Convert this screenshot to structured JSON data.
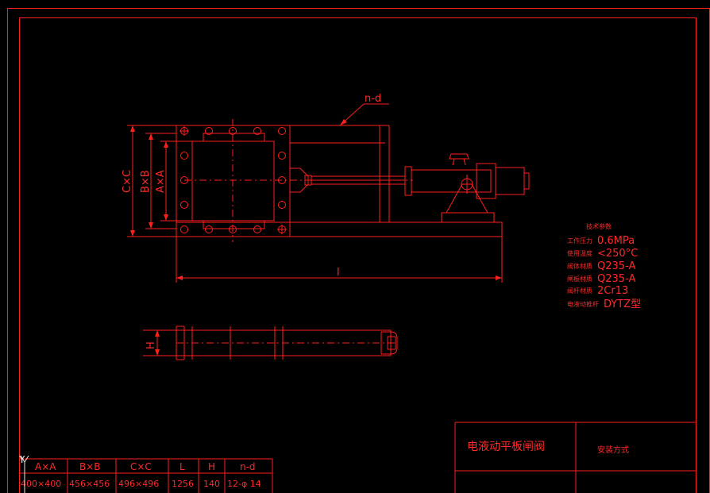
{
  "drawing": {
    "label_nd": "n-d",
    "dim_l": "l",
    "dim_h": "H",
    "dim_c": "C×C",
    "dim_b": "B×B",
    "dim_a": "A×A"
  },
  "specs": {
    "title": "技术参数",
    "rows": [
      {
        "label": "工作压力",
        "value": "0.6MPa"
      },
      {
        "label": "使用温度",
        "value": "<250°C"
      },
      {
        "label": "阀体材质",
        "value": "Q235-A"
      },
      {
        "label": "闸板材质",
        "value": "Q235-A"
      },
      {
        "label": "阀杆材质",
        "value": "2Cr13"
      },
      {
        "label": "电液动推杆",
        "value": "DYTZ型"
      }
    ]
  },
  "titleblock": {
    "name": "电液动平板闸阀",
    "mount": "安装方式"
  },
  "dim_table": {
    "headers": [
      "A×A",
      "B×B",
      "C×C",
      "L",
      "H",
      "n-d"
    ],
    "values": [
      "400×400",
      "456×456",
      "496×496",
      "1256",
      "140",
      "12-φ 14"
    ]
  },
  "ucs": {
    "label": "Y"
  }
}
